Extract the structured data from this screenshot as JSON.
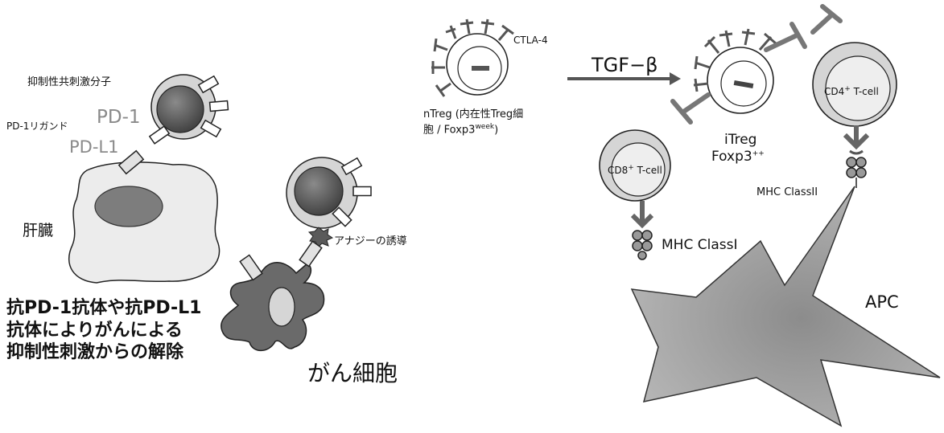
{
  "left_panel": {
    "inhibitory_label": "抑制性共刺激分子",
    "pd1_label": "PD-1",
    "pd1_ligand_label": "PD-1リガンド",
    "pdl1_label": "PD-L1",
    "liver_label": "肝臓",
    "anergy_label": "アナジーの誘導",
    "cancer_cell_label": "がん細胞",
    "caption_lines": [
      "抗PD-1抗体や抗PD-L1",
      "抗体によりがんによる",
      "抑制性刺激からの解除"
    ]
  },
  "right_panel": {
    "ctla4_label": "CTLA-4",
    "ntreg_line1": "nTreg (内在性Treg細",
    "ntreg_line2_prefix": "胞 / Foxp3",
    "ntreg_line2_sup": "week",
    "ntreg_line2_suffix": ")",
    "tgf_label": "TGF−β",
    "itreg_label": "iTreg",
    "foxp3_label": "Foxp3",
    "foxp3_sup": "++",
    "cd8_prefix": "CD8",
    "cd8_sup": "+",
    "cd8_suffix": " T-cell",
    "cd4_prefix": "CD4",
    "cd4_sup": "+",
    "cd4_suffix": " T-cell",
    "mhc2_label": "MHC ClassII",
    "mhc1_label": "MHC ClassI",
    "apc_label": "APC"
  },
  "colors": {
    "cell_outer": "#d2d2d2",
    "nucleus": "#555555",
    "liver_fill": "#e8e8e8",
    "cancer_fill": "#6a6a6a",
    "apc_fill": "#a6a6a6",
    "receptor": "#7a7a7a"
  }
}
